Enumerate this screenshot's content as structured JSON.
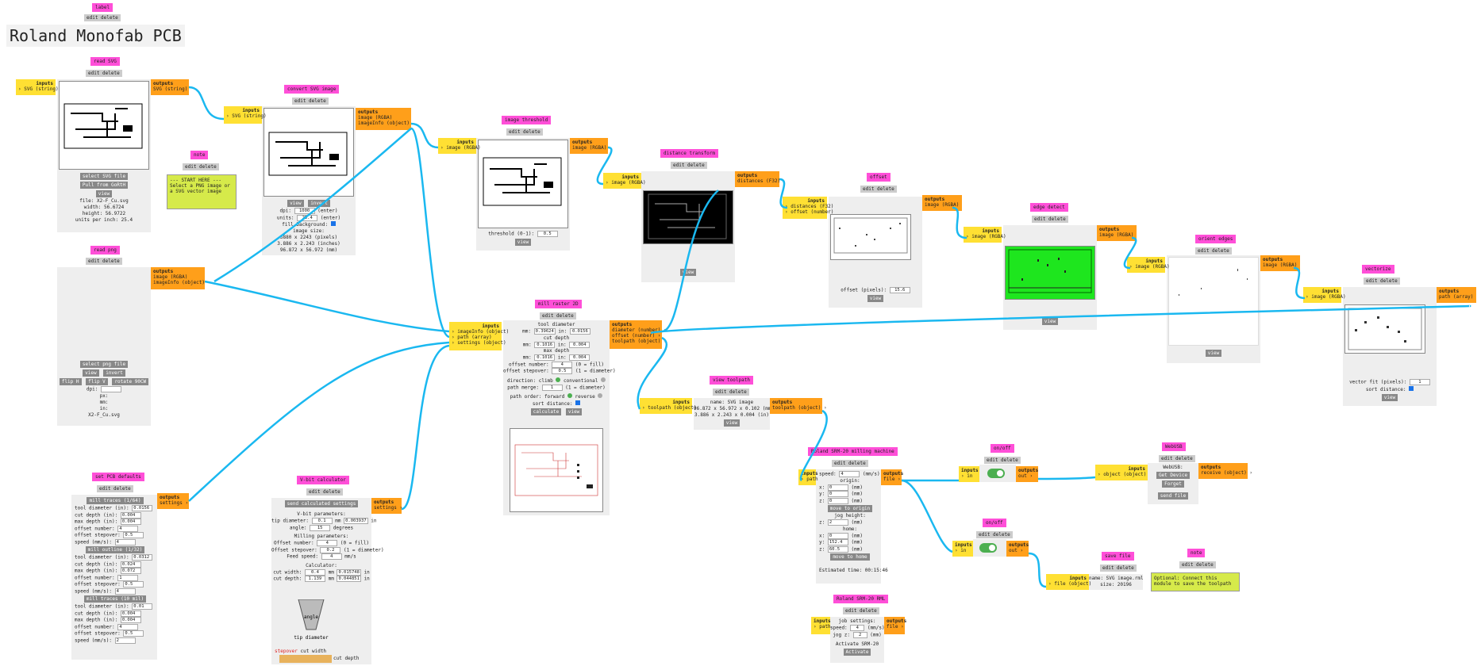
{
  "title_label": "label",
  "title": "Roland Monofab PCB",
  "edit_delete": "edit delete",
  "readsvg": {
    "label": "read SVG",
    "inputs": "inputs",
    "in": "› SVG (string)",
    "outputs": "outputs",
    "out": "SVG (string)",
    "btn_select": "select SVG file",
    "btn_pull": "Pull from GoRtH",
    "btn_view": "view",
    "info": [
      "file: X2-F_Cu.svg",
      "width: 56.6724",
      "height: 56.9722",
      "units per inch: 25.4"
    ]
  },
  "note1": {
    "label": "note",
    "text": "--- START HERE ---\nSelect a PNG image or a SVG vector image"
  },
  "convsvg": {
    "label": "convert SVG image",
    "inputs": "inputs",
    "in": "› SVG (string)",
    "outputs": "outputs",
    "out1": "image (RGBA)",
    "out2": "imageInfo (object)",
    "btn_view": "view",
    "btn_invert": "invert",
    "dpi_label": "dpi:",
    "dpi": "1000",
    "enter1": "(enter)",
    "units_label": "units:",
    "units": "25.4",
    "enter2": "(enter)",
    "fill": "fill background:",
    "size_label": "image size:",
    "size1": "3880 x 2243 (pixels)",
    "size2": "3.886 x 2.243 (inches)",
    "size3": "96.872 x 56.972 (mm)"
  },
  "thresh": {
    "label": "image threshold",
    "inputs": "inputs",
    "in": "› image (RGBA)",
    "outputs": "outputs",
    "out": "image (RGBA)",
    "thr_label": "threshold (0-1):",
    "thr": "0.5",
    "btn_view": "view"
  },
  "dist": {
    "label": "distance transform",
    "inputs": "inputs",
    "in": "› image (RGBA)",
    "outputs": "outputs",
    "out": "distances (F32)",
    "btn_view": "view"
  },
  "offset": {
    "label": "offset",
    "inputs": "inputs",
    "in1": "› distances (F32)",
    "in2": "› offset (number)",
    "outputs": "outputs",
    "out": "image (RGBA)",
    "off_label": "offset (pixels):",
    "off": "15.6",
    "btn_view": "view"
  },
  "edge": {
    "label": "edge detect",
    "inputs": "inputs",
    "in": "› image (RGBA)",
    "outputs": "outputs",
    "out": "image (RGBA)",
    "btn_view": "view"
  },
  "orient": {
    "label": "orient edges",
    "inputs": "inputs",
    "in": "› image (RGBA)",
    "outputs": "outputs",
    "out": "image (RGBA)",
    "btn_view": "view"
  },
  "vectorize": {
    "label": "vectorize",
    "inputs": "inputs",
    "in": "› image (RGBA)",
    "outputs": "outputs",
    "out": "path (array)",
    "vf_label": "vector fit (pixels):",
    "vf": "1",
    "sort": "sort distance:",
    "btn_view": "view"
  },
  "readpng": {
    "label": "read png",
    "outputs": "outputs",
    "out1": "image (RGBA)",
    "out2": "imageInfo (object)",
    "btn_select": "select png file",
    "btn_view": "view",
    "btn_invert": "invert",
    "btn_flipH": "flip H",
    "btn_flipV": "flip V",
    "btn_rot": "rotate 90CW",
    "dpi": "dpi:",
    "px": "px:",
    "mm": "mm:",
    "in": "in:",
    "file": "X2-F_Cu.svg"
  },
  "mill": {
    "label": "mill raster 2D",
    "inputs": "inputs",
    "in1": "› imageInfo (object)",
    "in2": "› path (array)",
    "in3": "› settings (object)",
    "outputs": "outputs",
    "out1": "diameter (number) ›",
    "out2": "offset (number) ›",
    "out3": "toolpath (object) ›",
    "td": "tool diameter",
    "td_mm": "0.39624",
    "td_in": "0.0156",
    "cd": "cut depth",
    "cd_mm": "0.1016",
    "cd_in": "0.004",
    "md": "max depth",
    "md_mm": "0.1016",
    "md_in": "0.004",
    "on_label": "offset number:",
    "on": "4",
    "on_hint": "(0 = fill)",
    "os_label": "offset stepover:",
    "os": "0.5",
    "os_hint": "(1 = diameter)",
    "dir": "direction: climb",
    "conv": "conventional",
    "merge_label": "path merge:",
    "merge": "1",
    "merge_hint": "(1 = diameter)",
    "order": "path order: forward",
    "rev": "reverse",
    "sort": "sort distance:",
    "btn_calc": "calculate",
    "btn_view": "view",
    "mm": "mm:",
    "in": "in:"
  },
  "viewtp": {
    "label": "view toolpath",
    "inputs": "inputs",
    "in": "› toolpath (object)",
    "outputs": "outputs",
    "out": "toolpath (object) ›",
    "l1": "name: SVG image",
    "l2": "96.872 x 56.972 x 0.102 (mm)",
    "l3": "3.886 x 2.243 x 0.004 (in)",
    "btn_view": "view"
  },
  "pcb": {
    "label": "set PCB defaults",
    "outputs": "outputs",
    "out": "settings ›",
    "g1": "mill traces (1/64)",
    "g2": "mill outline (1/32)",
    "g3": "mill traces (10 mil)",
    "td": "tool diameter (in):",
    "cd": "cut depth (in):",
    "md": "max depth (in):",
    "on": "offset number:",
    "os": "offset stepover:",
    "sp": "speed (mm/s):",
    "v1": [
      "0.0156",
      "0.004",
      "0.004",
      "4",
      "0.5",
      "4"
    ],
    "v2": [
      "0.0312",
      "0.024",
      "0.072",
      "1",
      "0.5",
      "4"
    ],
    "v3": [
      "0.01",
      "0.004",
      "0.004",
      "4",
      "0.5",
      "2"
    ]
  },
  "vbit": {
    "label": "V-bit calculator",
    "outputs": "outputs",
    "out": "settings ›",
    "btn_send": "send calculated settings",
    "vp": "V-bit parameters:",
    "tip_label": "tip diameter:",
    "tip_mm": "0.1",
    "tip_in": "0.003937",
    "angle_label": "angle:",
    "angle": "15",
    "deg": "degrees",
    "mp": "Milling parameters:",
    "on_label": "Offset number:",
    "on": "4",
    "on_hint": "(0 = fill)",
    "os_label": "Offset stepover:",
    "os": "0.2",
    "os_hint": "(1 = diameter)",
    "fs_label": "Feed speed:",
    "fs": "4",
    "mms": "mm/s",
    "calc": "Calculator:",
    "cw_label": "cut width:",
    "cw_mm": "0.4",
    "cw_in": "0.015748",
    "cdp_label": "cut depth:",
    "cd_mm": "1.139",
    "cd_in": "0.044851",
    "angle_txt": "angle",
    "tipd": "tip diameter",
    "stepover": "stepover",
    "cutw": "cut width",
    "cutd": "cut depth",
    "mm": "mm",
    "in": "in"
  },
  "srm": {
    "label": "Roland SRM-20 milling machine",
    "inputs": "inputs",
    "in": "› path",
    "outputs": "outputs",
    "out": "file ›",
    "speed_label": "speed:",
    "speed": "4",
    "mms": "(mm/s)",
    "origin": "origin:",
    "x": "x:",
    "y": "y:",
    "z": "z:",
    "x0": "0",
    "y0": "0",
    "z0": "0",
    "mm": "(mm)",
    "btn_origin": "move to origin",
    "jog": "jog height:",
    "jogz": "2",
    "home": "home:",
    "xh": "0",
    "yh": "152.4",
    "zh": "60.5",
    "btn_home": "move to home",
    "est": "Estimated time: 00:15:46"
  },
  "srmrml": {
    "label": "Roland SRM-20 RML",
    "inputs": "inputs",
    "in": "› path",
    "outputs": "outputs",
    "out": "file ›",
    "js": "job settings:",
    "speed_label": "speed:",
    "speed": "4",
    "mms": "(mm/s)",
    "jog_label": "jog z:",
    "jog": "2",
    "mm": "(mm)",
    "act": "Activate SRM-20",
    "btn_act": "Activate"
  },
  "onoff1": {
    "label": "on/off",
    "inputs": "inputs",
    "in": "› in",
    "outputs": "outputs",
    "out": "out ›"
  },
  "onoff2": {
    "label": "on/off",
    "inputs": "inputs",
    "in": "› in",
    "outputs": "outputs",
    "out": "out ›"
  },
  "webusb": {
    "label": "WebUSB",
    "inputs": "inputs",
    "in": "› object (object)",
    "outputs": "outputs",
    "out": "receive (object) ›",
    "txt": "WebUSB:",
    "btn_get": "Get Device",
    "btn_forget": "Forget",
    "btn_send": "send file"
  },
  "savefile": {
    "label": "save file",
    "inputs": "inputs",
    "in": "› file (object)",
    "name": "name: SVG image.rml",
    "size": "size: 20196"
  },
  "note2": {
    "label": "note",
    "text": "Optional: Connect this module to save the toolpath"
  },
  "colors": {
    "label": "#ff4fd8",
    "inputs": "#ffe033",
    "outputs": "#ff9f1a",
    "wire": "#1ab8f0",
    "panel": "#eeeeee",
    "note": "#d6ea4a"
  }
}
